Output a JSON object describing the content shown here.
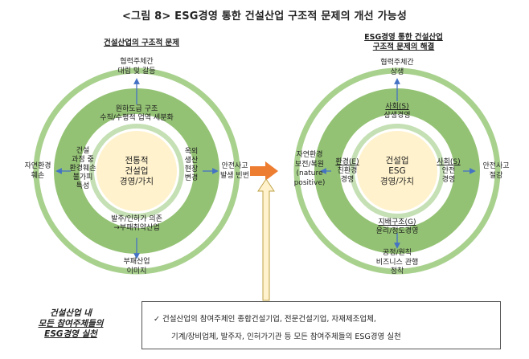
{
  "title": "<그림 8> ESG경영 통한 건설산업 구조적 문제의 개선 가능성",
  "left": {
    "heading": "건설산업의 구조적 문제",
    "top_outer": [
      "협력주체간",
      "대립 및 갈등"
    ],
    "left_outer": [
      "자연환경",
      "훼손"
    ],
    "right_outer": [
      "안전사고",
      "발생 빈번"
    ],
    "bottom_outer": [
      "부패산업",
      "이미지"
    ],
    "ring_top": [
      "원하도급 구조",
      "수직/수평적 업역 세분화"
    ],
    "ring_left": [
      "건설",
      "과정 중",
      "환경훼손",
      "불가피",
      "특성"
    ],
    "ring_right": [
      "옥외",
      "생산",
      "현장",
      "변경"
    ],
    "ring_bottom": [
      "발주/인허가 의존",
      "→부패취약산업"
    ],
    "center": [
      "전통적",
      "건설업",
      "경영/가치"
    ]
  },
  "right": {
    "heading": [
      "ESG경영 통한 건설산업",
      "구조적 문제의 해결"
    ],
    "top_outer": [
      "협력주체간",
      "상생"
    ],
    "left_outer": [
      "자연환경",
      "보전/복원",
      "(nature",
      "positive)"
    ],
    "right_outer": [
      "안전사고",
      "절감"
    ],
    "bottom_outer": [
      "공정/원칙",
      "비즈니스 관행",
      "정착"
    ],
    "ring_top": [
      "사회(S)",
      "상생경영"
    ],
    "ring_left": [
      "환경(E)",
      "친환경",
      "경영"
    ],
    "ring_right": [
      "사회(S)",
      "안전",
      "경영"
    ],
    "ring_bottom": [
      "지배구조(G)",
      "윤리/정도경영"
    ],
    "center": [
      "건설업",
      "ESG",
      "경영/가치"
    ]
  },
  "side_note": [
    "건설산업 내",
    "모든 참여주체들의",
    "ESG경영 실천"
  ],
  "box_lines": [
    "✓ 건설산업의 참여주체인 종합건설기업, 전문건설기업, 자재제조업체,",
    "기계/장비업체, 발주자, 인허가기관 등 모든 참여주체들의 ESG경영 실천"
  ],
  "colors": {
    "ring_outer": "#a9d18e",
    "ring_band": "#70ad47",
    "center_fill": "#fff2cc",
    "arrow": "#ed7d31",
    "up_arrow": "#fff2cc",
    "blue_arrow": "#4472c4"
  }
}
